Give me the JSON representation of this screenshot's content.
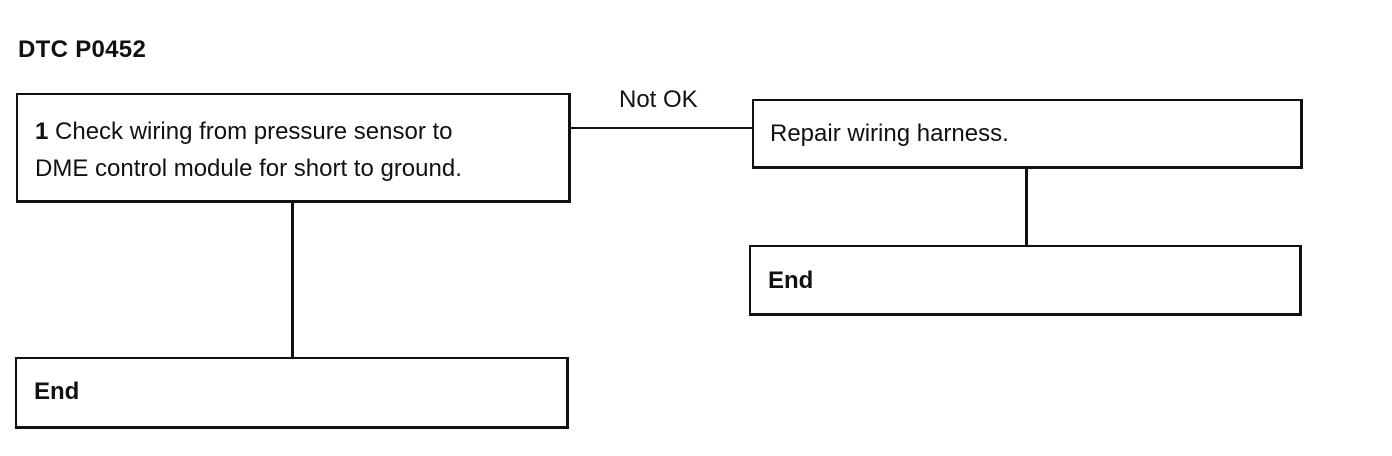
{
  "title": "DTC P0452",
  "step1": {
    "number": "1",
    "line1": "Check wiring from pressure sensor to",
    "line2": "DME control module for short to ground."
  },
  "edge_label": "Not OK",
  "repair": {
    "text": "Repair wiring harness."
  },
  "end_left": {
    "text": "End"
  },
  "end_right": {
    "text": "End"
  }
}
